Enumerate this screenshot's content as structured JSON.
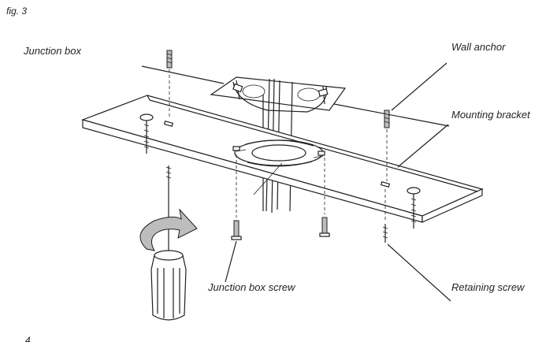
{
  "figure": {
    "caption": "fig. 3",
    "page_mark": "4"
  },
  "labels": {
    "junction_box": "Junction box",
    "wall_anchor": "Wall anchor",
    "mounting_bracket": "Mounting bracket",
    "junction_box_screw": "Junction box screw",
    "retaining_screw": "Retaining screw"
  },
  "colors": {
    "line": "#231f20",
    "background": "#ffffff",
    "arrow_fill": "#bdbdbd"
  }
}
